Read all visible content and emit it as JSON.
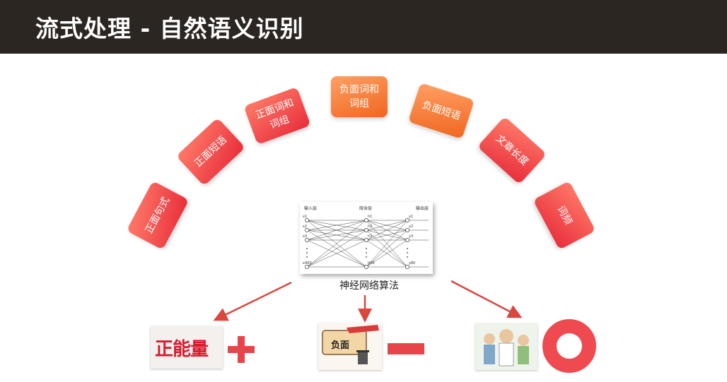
{
  "header": {
    "title": "流式处理 - 自然语义识别"
  },
  "features": [
    {
      "label": "正面句式"
    },
    {
      "label": "正面短语"
    },
    {
      "label": "正面词和\n词组"
    },
    {
      "label": "负面词和\n词组"
    },
    {
      "label": "负面短语"
    },
    {
      "label": "文章长度"
    },
    {
      "label": "词频"
    }
  ],
  "network": {
    "caption": "神经网络算法",
    "layer_labels": [
      "输入层",
      "隐含层",
      "输出层"
    ],
    "input_nodes": [
      "x1",
      "x2",
      "x3",
      "x400"
    ],
    "hidden_nodes": [
      "h1",
      "h2",
      "h3",
      "h50"
    ],
    "output_nodes": [
      "y1",
      "y2",
      "y3",
      "y80"
    ]
  },
  "outcomes": {
    "positive": {
      "image_text": "正能量",
      "symbol": "plus"
    },
    "negative": {
      "image_text": "负面",
      "symbol": "minus"
    },
    "neutral": {
      "symbol": "circle"
    }
  },
  "colors": {
    "header_bg": "#2b2622",
    "accent_red": "#e8454a",
    "accent_orange": "#f57b38"
  }
}
